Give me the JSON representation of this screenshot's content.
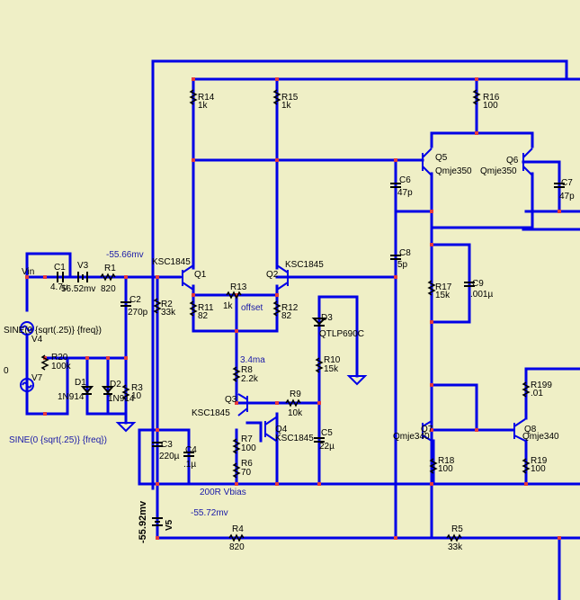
{
  "colors": {
    "background": "#efefc6",
    "wire": "#0000e6",
    "junction": "#e63c3c",
    "text": "#000000",
    "annotation": "#1a1aa8"
  },
  "annotations": {
    "vin": "Vin",
    "v_node1": "-55.66mv",
    "v_node2": "-55.72mv",
    "v_node3": "-55.92mv",
    "v_c1": "56.52mv",
    "offset": "offset",
    "current": "3.4ma",
    "vbias": "200R Vbias",
    "sine1": "SINE(0 {sqrt(.25)} {freq})",
    "sine2": "SINE(0 {sqrt(.25)} {freq})",
    "zero": "0"
  },
  "components": [
    {
      "ref": "R14",
      "value": "1k"
    },
    {
      "ref": "R15",
      "value": "1k"
    },
    {
      "ref": "R16",
      "value": "100"
    },
    {
      "ref": "Q5",
      "value": "Qmje350"
    },
    {
      "ref": "Q6",
      "value": "Qmje350"
    },
    {
      "ref": "C6",
      "value": "47p"
    },
    {
      "ref": "C7",
      "value": "47p"
    },
    {
      "ref": "C8",
      "value": "5p"
    },
    {
      "ref": "R17",
      "value": "15k"
    },
    {
      "ref": "C9",
      "value": ".001µ"
    },
    {
      "ref": "Q1",
      "value": "KSC1845"
    },
    {
      "ref": "Q2",
      "value": "KSC1845"
    },
    {
      "ref": "R13",
      "value": "1k"
    },
    {
      "ref": "R11",
      "value": "82"
    },
    {
      "ref": "R12",
      "value": "82"
    },
    {
      "ref": "C1",
      "value": "4.7µ"
    },
    {
      "ref": "V3",
      "value": ""
    },
    {
      "ref": "R1",
      "value": "820"
    },
    {
      "ref": "C2",
      "value": "270p"
    },
    {
      "ref": "R2",
      "value": "33k"
    },
    {
      "ref": "V4",
      "value": ""
    },
    {
      "ref": "V7",
      "value": ""
    },
    {
      "ref": "R20",
      "value": "100k"
    },
    {
      "ref": "D1",
      "value": "1N914"
    },
    {
      "ref": "D2",
      "value": "1N914"
    },
    {
      "ref": "R3",
      "value": "10"
    },
    {
      "ref": "D3",
      "value": "QTLP690C"
    },
    {
      "ref": "R10",
      "value": "15k"
    },
    {
      "ref": "R8",
      "value": "2.2k"
    },
    {
      "ref": "Q3",
      "value": "KSC1845"
    },
    {
      "ref": "R9",
      "value": "10k"
    },
    {
      "ref": "Q4",
      "value": "KSC1845"
    },
    {
      "ref": "R7",
      "value": "100"
    },
    {
      "ref": "R6",
      "value": "70"
    },
    {
      "ref": "C5",
      "value": "22µ"
    },
    {
      "ref": "C3",
      "value": "220µ"
    },
    {
      "ref": "C4",
      "value": ".1µ"
    },
    {
      "ref": "V5",
      "value": ""
    },
    {
      "ref": "R4",
      "value": "820"
    },
    {
      "ref": "R5",
      "value": "33k"
    },
    {
      "ref": "R199",
      "value": ".01"
    },
    {
      "ref": "Q7",
      "value": "Qmje340"
    },
    {
      "ref": "Q8",
      "value": "Qmje340"
    },
    {
      "ref": "R18",
      "value": "100"
    },
    {
      "ref": "R19",
      "value": "100"
    }
  ]
}
